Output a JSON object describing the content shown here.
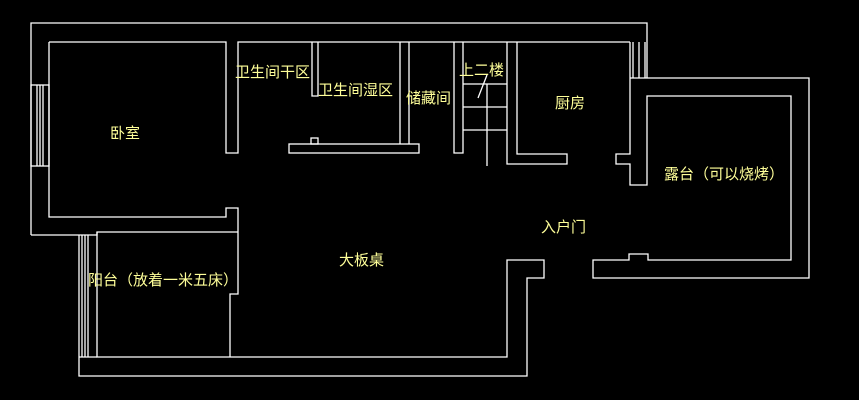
{
  "plan": {
    "rooms": {
      "bathroom_dry": "卫生间干区",
      "bathroom_wet": "卫生间湿区",
      "storage": "储藏间",
      "stairs_up": "上二楼",
      "kitchen": "厨房",
      "bedroom": "卧室",
      "terrace": "露台（可以烧烤）",
      "entrance": "入户门",
      "big_table": "大板桌",
      "balcony": "阳台（放着一米五床）"
    },
    "colors": {
      "background": "#000000",
      "walls": "#ffffff",
      "labels": "#ffff99"
    }
  }
}
